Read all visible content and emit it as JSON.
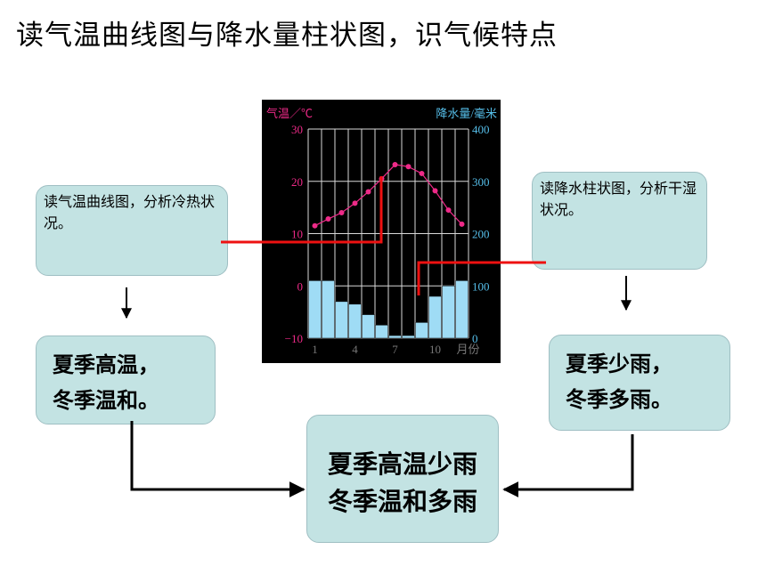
{
  "page": {
    "title": "读气温曲线图与降水量柱状图，识气候特点"
  },
  "boxes": {
    "left_note": "读气温曲线图，分析冷热状况。",
    "right_note": "读降水柱状图，分析干湿状况。",
    "left_result_line1": "夏季高温，",
    "left_result_line2": "冬季温和。",
    "right_result_line1": "夏季少雨，",
    "right_result_line2": "冬季多雨。",
    "summary_line1": "夏季高温少雨",
    "summary_line2": "冬季温和多雨"
  },
  "colors": {
    "chart_background": "#000000",
    "temperature": "#ee2a88",
    "precipitation_bar": "#9fdcf5",
    "precipitation_axis": "#55bde8",
    "grid": "#d8d8d8",
    "pointer_line": "#ee1111",
    "box_fill": "#c3e3e3"
  },
  "chart_data": {
    "type": "bar",
    "x": [
      1,
      2,
      3,
      4,
      5,
      6,
      7,
      8,
      9,
      10,
      11,
      12
    ],
    "x_tick_labels": [
      "1",
      "4",
      "7",
      "10"
    ],
    "x_tick_positions": [
      1,
      4,
      7,
      10
    ],
    "x_unit": "月份",
    "series": [
      {
        "kind": "line",
        "axis": "left",
        "values": [
          11.5,
          12.8,
          14.0,
          15.8,
          18.0,
          20.5,
          23.2,
          22.8,
          21.5,
          18.2,
          14.5,
          11.8
        ]
      },
      {
        "kind": "bar",
        "axis": "right",
        "values": [
          110,
          110,
          70,
          65,
          45,
          25,
          5,
          5,
          30,
          80,
          100,
          110
        ]
      }
    ],
    "ylabel_left": "气温／℃",
    "ylabel_right": "降水量/毫米",
    "ylim_left": [
      -10,
      30
    ],
    "ylim_right": [
      0,
      400
    ],
    "yticks_left": [
      -10,
      0,
      10,
      20,
      30
    ],
    "yticks_right": [
      0,
      100,
      200,
      300,
      400
    ],
    "grid": true
  }
}
